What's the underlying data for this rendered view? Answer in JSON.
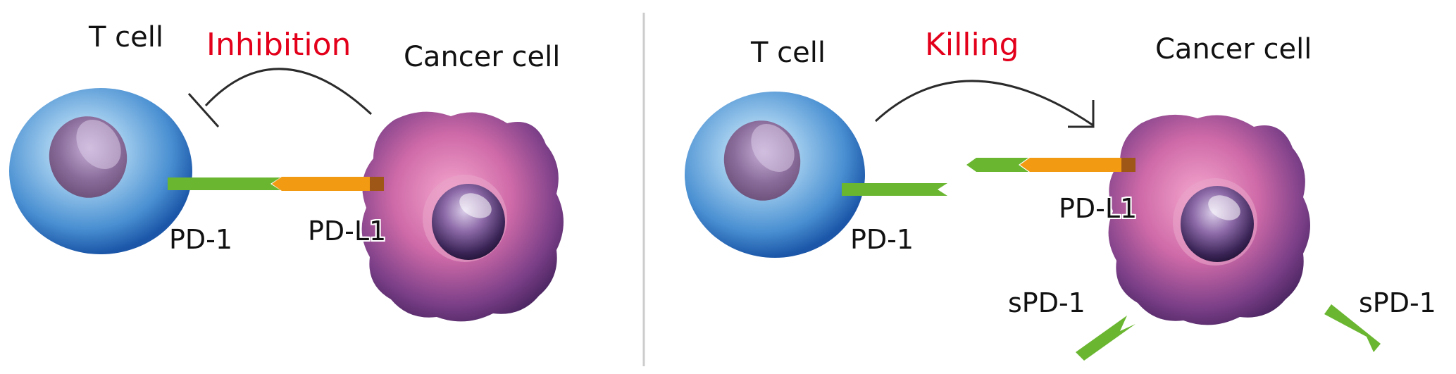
{
  "left_panel": {
    "t_cell_label": "T cell",
    "cancer_cell_label": "Cancer cell",
    "action_label": "Inhibition",
    "pd1_label": "PD-1",
    "pdl1_label": "PD-L1"
  },
  "right_panel": {
    "t_cell_label": "T cell",
    "cancer_cell_label": "Cancer cell",
    "action_label": "Killing",
    "pd1_label": "PD-1",
    "pdl1_label": "PD-L1",
    "spd1_left_label": "sPD-1",
    "spd1_right_label": "sPD-1"
  },
  "colors": {
    "action_text": "#e3001b",
    "pd1_green": "#6ab631",
    "pdl1_orange": "#f29a12",
    "divider": "#cccccc",
    "arrow": "#2b2b2b"
  }
}
